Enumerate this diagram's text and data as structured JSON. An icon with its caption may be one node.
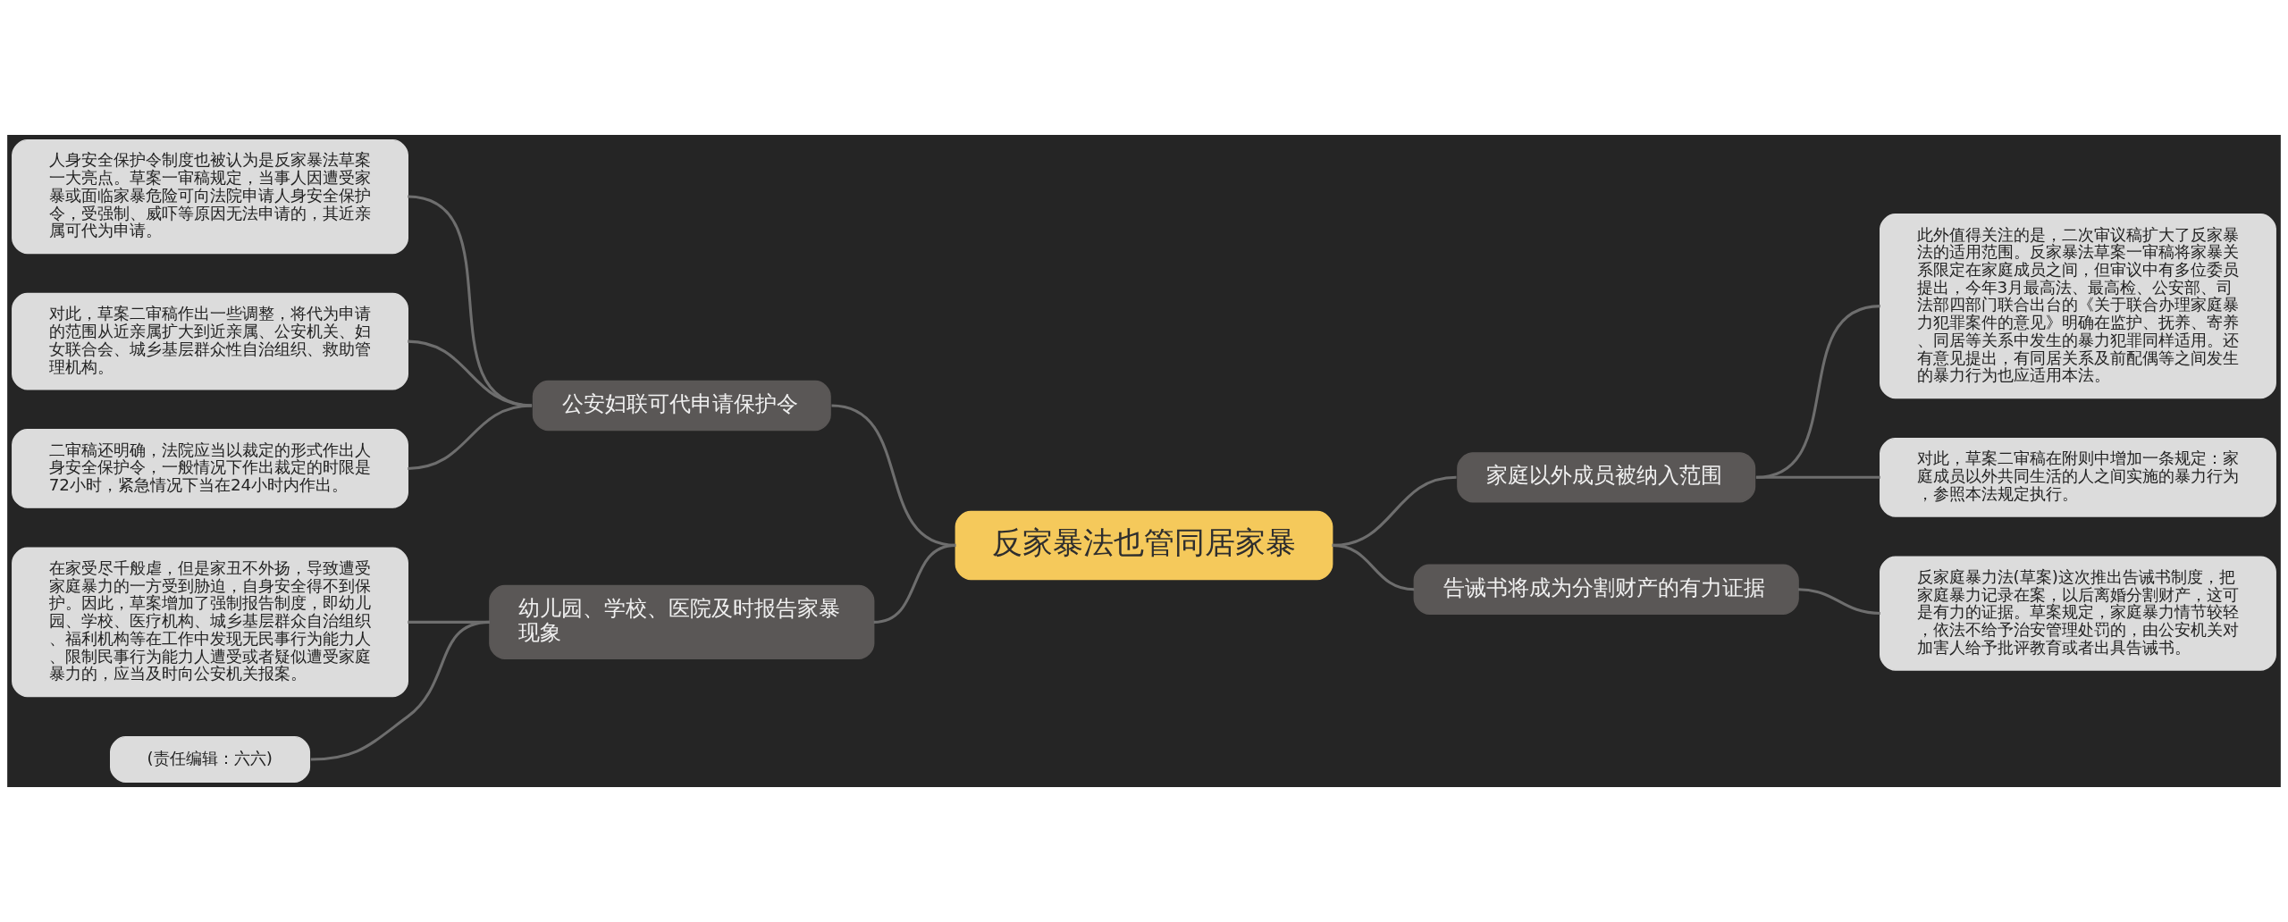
{
  "diagram": {
    "nodes": [
      {
        "text": [
          "反家暴法也管同居家暴"
        ]
      },
      {
        "text": [
          "公安妇联可代申请保护令"
        ]
      },
      {
        "text": [
          "人身安全保护令制度也被认为是反家暴法草案一大亮点。草案一审稿规定，当事人因遭受家暴或面临家暴危险可向法院申请人身安全保护令，受强制、威吓等原因无法申请的，其近亲属可代为申请。"
        ]
      },
      {
        "text": [
          "对此，草案二审稿作出一些调整，将代为申请的范围从近亲属扩大到近亲属、公安机关、妇女联合会、城乡基层群众性自治组织、救助管理机构。"
        ]
      },
      {
        "text": [
          "二审稿还明确，法院应当以裁定的形式作出人身安全保护令，一般情况下作出裁定的时限是72小时，紧急情况下当在24小时内作出。"
        ]
      },
      {
        "text": [
          "幼儿园、学校、医院及时报告家暴现象"
        ]
      },
      {
        "text": [
          "在家受尽千般虐，但是家丑不外扬，导致遭受家庭暴力的一方受到胁迫，自身安全得不到保护。因此，草案增加了强制报告制度，即幼儿园、学校、医疗机构、城乡基层群众自治组织、福利机构等在工作中发现无民事行为能力人、限制民事行为能力人遭受或者疑似遭受家庭暴力的，应当及时向公安机关报案。"
        ]
      },
      {
        "text": [
          "(责任编辑：六六)"
        ]
      },
      {
        "text": [
          "家庭以外成员被纳入范围"
        ]
      },
      {
        "text": [
          "此外值得关注的是，二次审议稿扩大了反家暴法的适用范围。反家暴法草案一审稿将家暴关系限定在家庭成员之间，但审议中有多位委员提出，今年3月最高法、最高检、公安部、司法部四部门联合出台的《关于联合办理家庭暴力犯罪案件的意见》明确在监护、抚养、寄养、同居等关系中发生的暴力犯罪同样适用。还有意见提出，有同居关系及前配偶等之间发生的暴力行为也应适用本法。"
        ]
      },
      {
        "text": [
          "对此，草案二审稿在附则中增加一条规定：家庭成员以外共同生活的人之间实施的暴力行为，参照本法规定执行。"
        ]
      },
      {
        "text": [
          "告诫书将成为分割财产的有力证据"
        ]
      },
      {
        "text": [
          "反家庭暴力法(草案)这次推出告诫书制度，把家庭暴力记录在案，以后离婚分割财产，这可是有力的证据。草案规定，家庭暴力情节较轻，依法不给予治安管理处罚的，由公安机关对加害人给予批评教育或者出具告诫书。"
        ]
      }
    ],
    "edges": [
      {
        "from": 0,
        "to": 1,
        "arrow": "none"
      },
      {
        "from": 1,
        "to": 2,
        "arrow": "none"
      },
      {
        "from": 1,
        "to": 3,
        "arrow": "none"
      },
      {
        "from": 1,
        "to": 4,
        "arrow": "none"
      },
      {
        "from": 0,
        "to": 5,
        "arrow": "none"
      },
      {
        "from": 5,
        "to": 6,
        "arrow": "none"
      },
      {
        "from": 5,
        "to": 7,
        "arrow": "none"
      },
      {
        "from": 0,
        "to": 8,
        "arrow": "none"
      },
      {
        "from": 8,
        "to": 9,
        "arrow": "none"
      },
      {
        "from": 8,
        "to": 10,
        "arrow": "none"
      },
      {
        "from": 0,
        "to": 11,
        "arrow": "none"
      },
      {
        "from": 11,
        "to": 12,
        "arrow": "none"
      }
    ]
  }
}
